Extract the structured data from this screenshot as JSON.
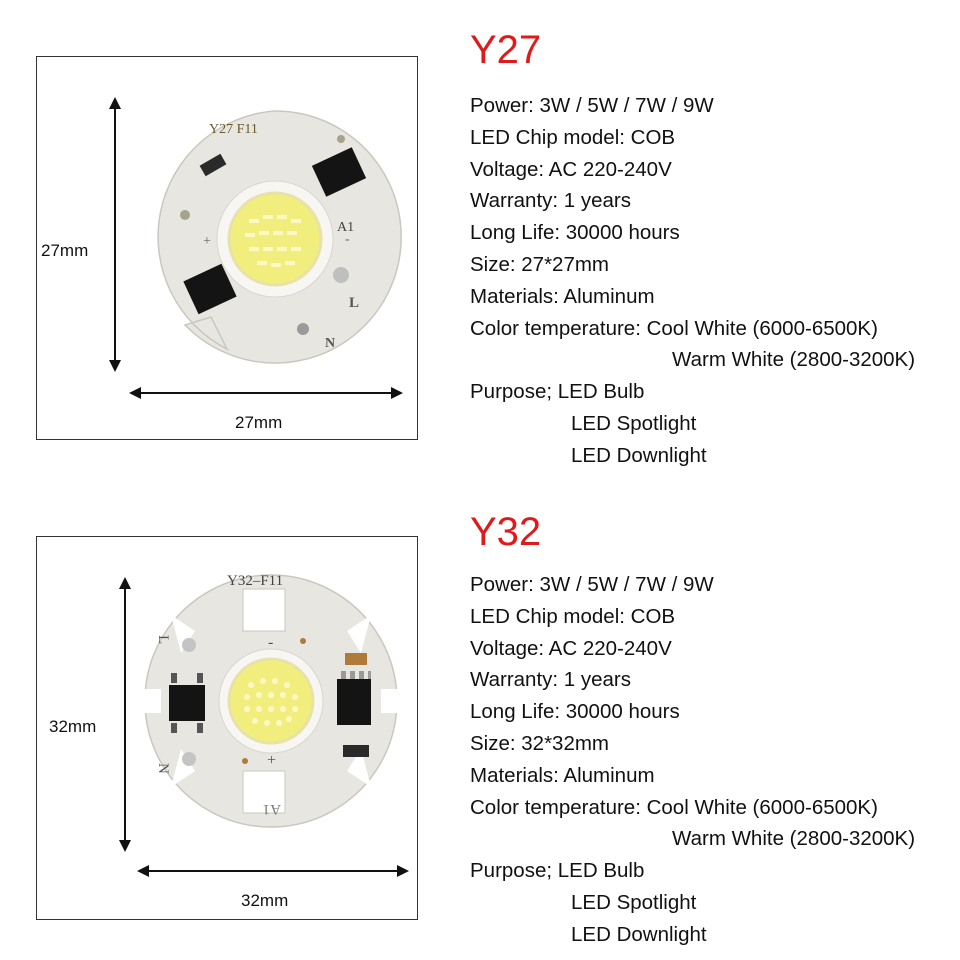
{
  "products": [
    {
      "title": "Y27",
      "board_marking": "Y27 F11",
      "board_label_a": "A1",
      "board_label_l": "L",
      "board_label_n": "N",
      "board_plus": "+",
      "board_minus": "-",
      "height_dim": "27mm",
      "width_dim": "27mm",
      "specs": {
        "power": "Power: 3W / 5W / 7W / 9W",
        "chip": "LED Chip model: COB",
        "voltage": "Voltage: AC 220-240V",
        "warranty": "Warranty: 1 years",
        "life": "Long Life: 30000 hours",
        "size": "Size: 27*27mm",
        "materials": "Materials: Aluminum",
        "color_temp": "Color temperature: Cool White (6000-6500K)",
        "color_temp_2": "Warm White (2800-3200K)",
        "purpose": "Purpose; LED Bulb",
        "purpose_2": "LED Spotlight",
        "purpose_3": "LED Downlight"
      }
    },
    {
      "title": "Y32",
      "board_marking": "Y32–F11",
      "board_label_a": "A1",
      "board_label_l": "L",
      "board_label_n": "N",
      "board_plus": "+",
      "board_minus": "-",
      "height_dim": "32mm",
      "width_dim": "32mm",
      "specs": {
        "power": "Power: 3W / 5W / 7W / 9W",
        "chip": "LED Chip model: COB",
        "voltage": "Voltage: AC 220-240V",
        "warranty": "Warranty: 1 years",
        "life": "Long Life: 30000 hours",
        "size": "Size: 32*32mm",
        "materials": "Materials: Aluminum",
        "color_temp": "Color temperature: Cool White (6000-6500K)",
        "color_temp_2": "Warm White (2800-3200K)",
        "purpose": "Purpose; LED Bulb",
        "purpose_2": "LED Spotlight",
        "purpose_3": "LED Downlight"
      }
    }
  ],
  "colors": {
    "title": "#e01a1a",
    "board": "#ecebe6",
    "led": "#f4f08a",
    "chip": "#141414"
  }
}
